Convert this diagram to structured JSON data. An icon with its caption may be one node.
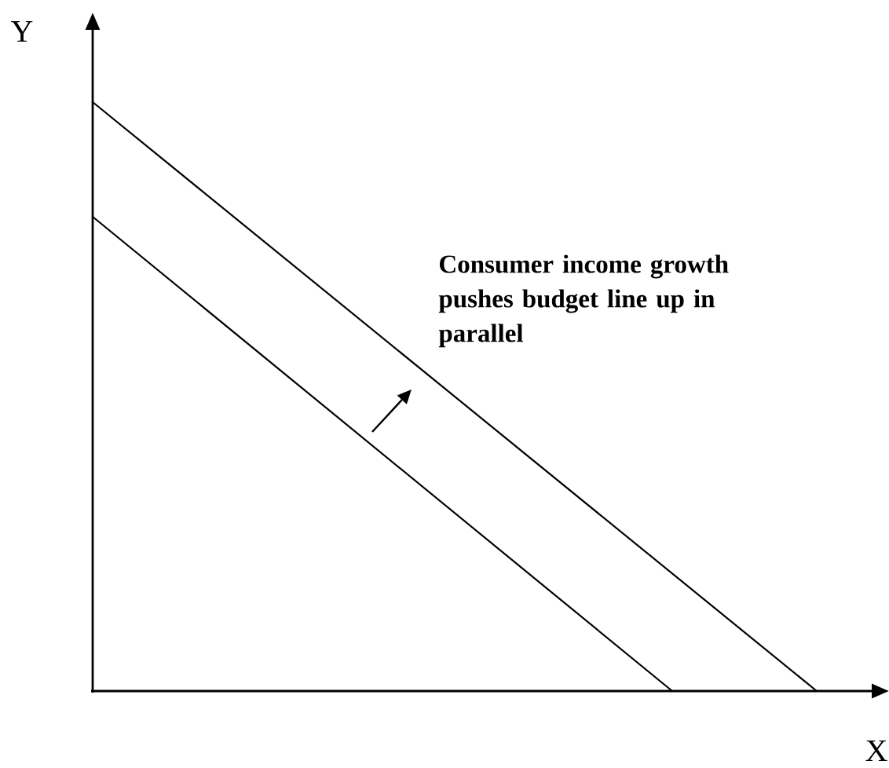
{
  "diagram": {
    "labels": [
      "Y",
      "X",
      "Consumer income growth pushes budget line up in parallel"
    ]
  }
}
